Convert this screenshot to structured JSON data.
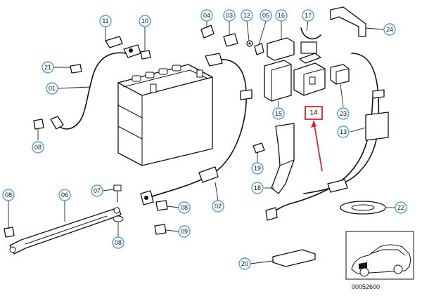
{
  "diagram": {
    "doc_id": "00052600",
    "callouts": [
      {
        "label": "11"
      },
      {
        "label": "10"
      },
      {
        "label": "04"
      },
      {
        "label": "03"
      },
      {
        "label": "12"
      },
      {
        "label": "05"
      },
      {
        "label": "16"
      },
      {
        "label": "17"
      },
      {
        "label": "24"
      },
      {
        "label": "21"
      },
      {
        "label": "01"
      },
      {
        "label": "08"
      },
      {
        "label": "15"
      },
      {
        "label": "23"
      },
      {
        "label": "13"
      },
      {
        "label": "19"
      },
      {
        "label": "18"
      },
      {
        "label": "02"
      },
      {
        "label": "08"
      },
      {
        "label": "07"
      },
      {
        "label": "06"
      },
      {
        "label": "08"
      },
      {
        "label": "09"
      },
      {
        "label": "08"
      },
      {
        "label": "08"
      },
      {
        "label": "22"
      },
      {
        "label": "20"
      }
    ],
    "highlight": {
      "label": "14",
      "color": "#e0202a"
    },
    "callout_color": "#4fa3cf"
  }
}
